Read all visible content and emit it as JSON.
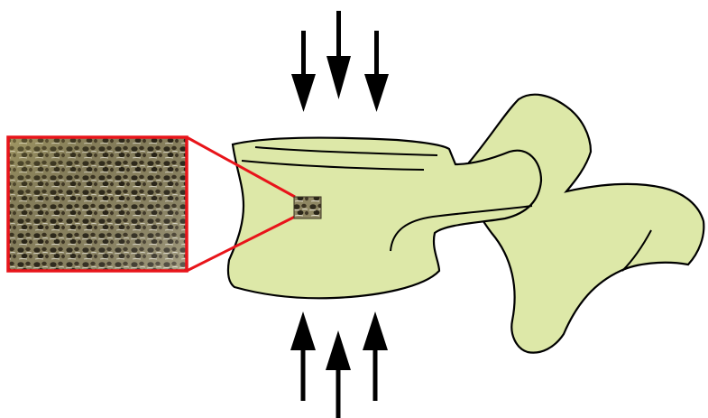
{
  "diagram": {
    "colors": {
      "bone_fill": "#dde8a8",
      "bone_stroke": "#000000",
      "zoom_frame": "#e8141a",
      "arrow": "#000000",
      "trabecular_base": "#8f8763",
      "trabecular_pore": "#2f2a1c",
      "trabecular_highlight": "#e4e0cf"
    },
    "icons": {
      "compression_arrows": "down-arrow",
      "reaction_arrows": "up-arrow"
    },
    "elements": [
      "vertebra",
      "trabecular-bone-inset",
      "compression-arrows",
      "reaction-arrows"
    ]
  }
}
